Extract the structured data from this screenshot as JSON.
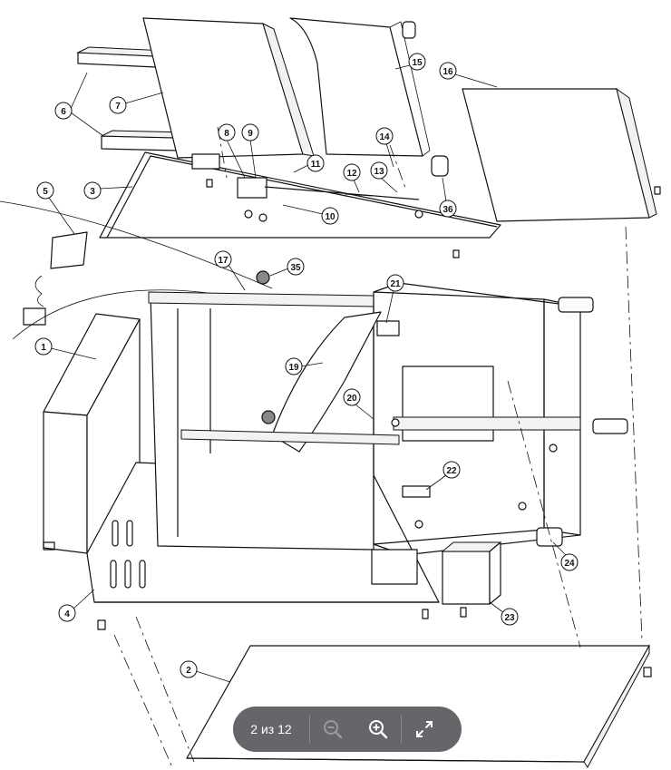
{
  "viewer": {
    "page_indicator": "2 из 12",
    "icons": [
      "zoom-out-icon",
      "zoom-in-icon",
      "fullscreen-icon"
    ]
  },
  "callouts": [
    "1",
    "2",
    "3",
    "4",
    "5",
    "6",
    "7",
    "8",
    "9",
    "10",
    "11",
    "12",
    "13",
    "14",
    "15",
    "16",
    "17",
    "19",
    "20",
    "21",
    "22",
    "23",
    "24",
    "35",
    "36"
  ]
}
